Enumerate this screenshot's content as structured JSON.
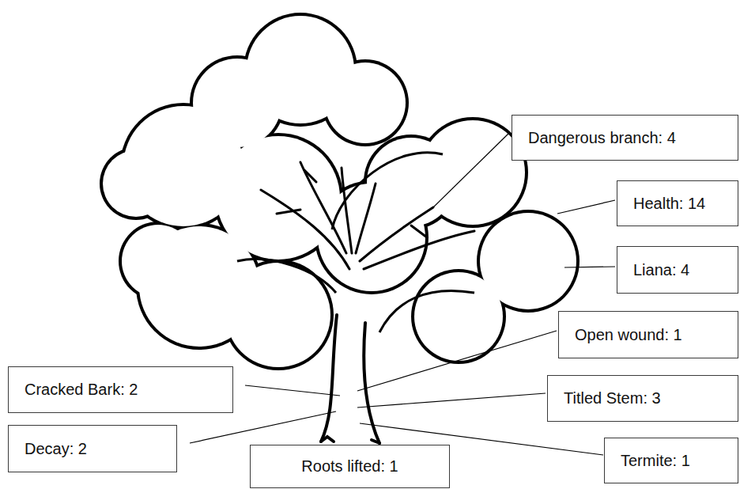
{
  "diagram": {
    "nodes": [
      {
        "text": [
          "Dangerous branch: 4"
        ]
      },
      {
        "text": [
          "Health: 14"
        ]
      },
      {
        "text": [
          "Liana: 4"
        ]
      },
      {
        "text": [
          "Open wound: 1"
        ]
      },
      {
        "text": [
          "Cracked Bark: 2"
        ]
      },
      {
        "text": [
          "Titled Stem: 3"
        ]
      },
      {
        "text": [
          "Decay: 2"
        ]
      },
      {
        "text": [
          "Roots lifted: 1"
        ]
      },
      {
        "text": [
          "Termite: 1"
        ]
      }
    ]
  }
}
